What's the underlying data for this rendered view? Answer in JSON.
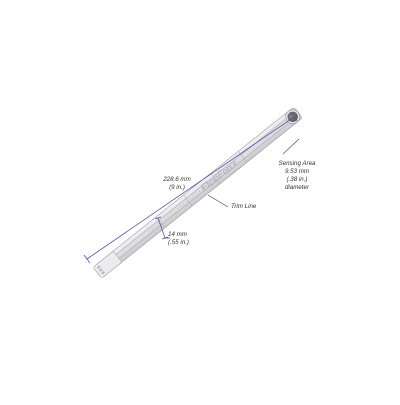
{
  "diagram": {
    "brand_text": "FlexiForce",
    "length_label": {
      "metric": "228.6 mm",
      "imperial": "(9 in.)"
    },
    "trim_line_label": "Trim Line",
    "width_label": {
      "metric": "14 mm",
      "imperial": "(.55 in.)"
    },
    "sensing_area_label": {
      "title": "Sensing Area",
      "metric": "9.53 mm",
      "imperial": "(.38 in.)",
      "unit_word": "diameter"
    },
    "colors": {
      "dimension_line": "#5b4ba8",
      "sensor_body": "#e4e4e6",
      "sensor_edge": "#9a9a9e",
      "trace": "#c8c8cc",
      "sensing_disc": "#6f6a68",
      "text": "#333333"
    }
  }
}
